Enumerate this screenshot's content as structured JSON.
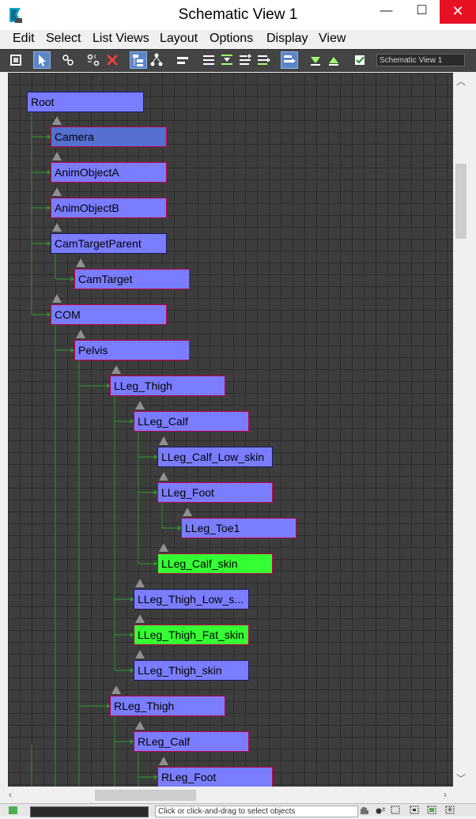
{
  "window": {
    "title": "Schematic View 1",
    "minimize_glyph": "—",
    "maximize_glyph": "☐",
    "close_glyph": "✕"
  },
  "menu": [
    "Edit",
    "Select",
    "List Views",
    "Layout",
    "Options",
    "Display",
    "View"
  ],
  "toolbar": {
    "search_value": "Schematic View 1"
  },
  "nodes": [
    {
      "label": "Root",
      "style": "root"
    },
    {
      "label": "Camera",
      "style": "selected"
    },
    {
      "label": "AnimObjectA",
      "style": "normal"
    },
    {
      "label": "AnimObjectB",
      "style": "normal"
    },
    {
      "label": "CamTargetParent",
      "style": "dark"
    },
    {
      "label": "CamTarget",
      "style": "normal"
    },
    {
      "label": "COM",
      "style": "normal"
    },
    {
      "label": "Pelvis",
      "style": "normal"
    },
    {
      "label": "LLeg_Thigh",
      "style": "normal"
    },
    {
      "label": "LLeg_Calf",
      "style": "normal"
    },
    {
      "label": "LLeg_Calf_Low_skin",
      "style": "dark"
    },
    {
      "label": "LLeg_Foot",
      "style": "normal"
    },
    {
      "label": "LLeg_Toe1",
      "style": "normal"
    },
    {
      "label": "LLeg_Calf_skin",
      "style": "green"
    },
    {
      "label": "LLeg_Thigh_Low_s...",
      "style": "dark"
    },
    {
      "label": "LLeg_Thigh_Fat_skin",
      "style": "green"
    },
    {
      "label": "LLeg_Thigh_skin",
      "style": "dark"
    },
    {
      "label": "RLeg_Thigh",
      "style": "normal"
    },
    {
      "label": "RLeg_Calf",
      "style": "normal"
    },
    {
      "label": "RLeg_Foot",
      "style": "normal"
    }
  ],
  "status": {
    "prompt": "Click or click-and-drag to select objects"
  },
  "colors": {
    "node_fill": "#7b7dff",
    "node_selected": "#5570d0",
    "node_skin": "#33ff33",
    "wire": "#2e9a2e",
    "canvas": "#3d3d3d"
  }
}
